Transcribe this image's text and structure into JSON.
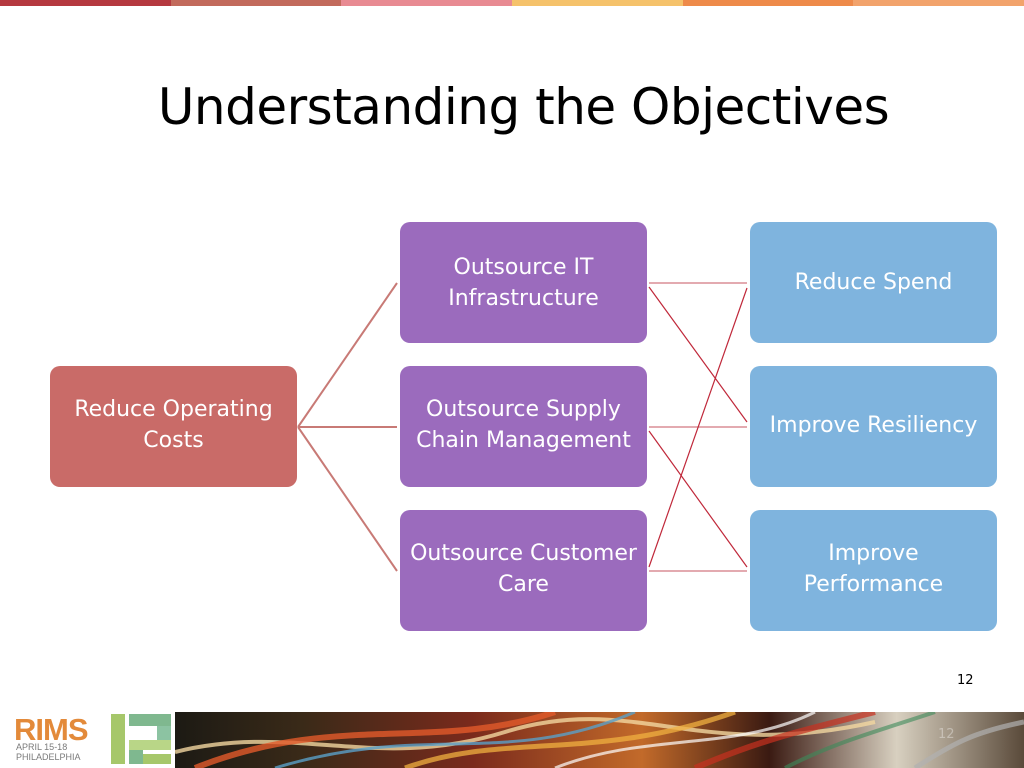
{
  "slide": {
    "title": "Understanding the Objectives",
    "page_number": "12",
    "footer_page_number": "12"
  },
  "diagram": {
    "root": {
      "label_line1": "Reduce Operating",
      "label_line2": "Costs",
      "color": "#c96b68"
    },
    "strategies": [
      {
        "label_line1": "Outsource IT",
        "label_line2": "Infrastructure",
        "color": "#9b6bbd"
      },
      {
        "label_line1": "Outsource Supply",
        "label_line2": "Chain Management",
        "color": "#9b6bbd"
      },
      {
        "label_line1": "Outsource Customer",
        "label_line2": "Care",
        "color": "#9b6bbd"
      }
    ],
    "outcomes": [
      {
        "label_line1": "Reduce Spend",
        "label_line2": "",
        "color": "#7fb4de"
      },
      {
        "label_line1": "Improve Resiliency",
        "label_line2": "",
        "color": "#7fb4de"
      },
      {
        "label_line1": "Improve",
        "label_line2": "Performance",
        "color": "#7fb4de"
      }
    ],
    "connector_colors": {
      "tree": "#c87a76",
      "straight": "#e3aab0",
      "cross": "#c0283a"
    }
  },
  "branding": {
    "logo_text": "RIMS",
    "logo_event_line1": "APRIL 15-18",
    "logo_event_line2": "PHILADELPHIA",
    "logo_color": "#e38a3a",
    "top_bar_colors": [
      "#b5393f",
      "#c26a5c",
      "#e88a92",
      "#f5c26b",
      "#ee8a4a",
      "#f2a36c"
    ]
  }
}
